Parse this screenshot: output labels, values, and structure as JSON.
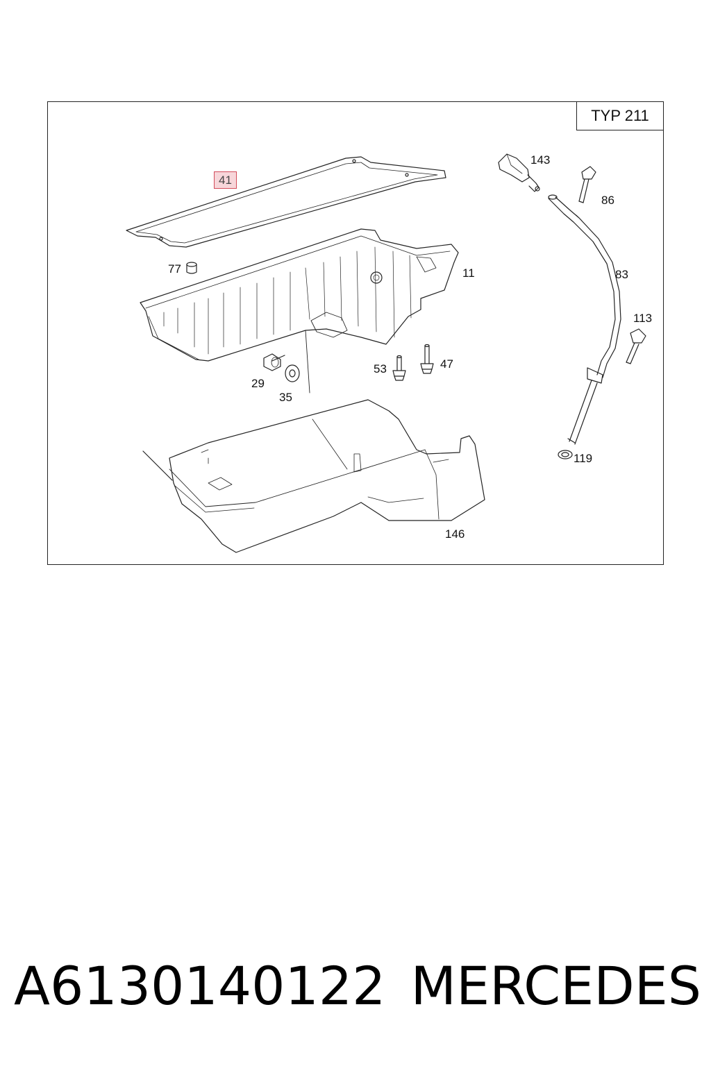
{
  "diagram": {
    "type_label": "TYP 211",
    "callouts": [
      {
        "id": "41",
        "highlighted": true
      },
      {
        "id": "143",
        "highlighted": false
      },
      {
        "id": "86",
        "highlighted": false
      },
      {
        "id": "77",
        "highlighted": false
      },
      {
        "id": "11",
        "highlighted": false
      },
      {
        "id": "83",
        "highlighted": false
      },
      {
        "id": "113",
        "highlighted": false
      },
      {
        "id": "53",
        "highlighted": false
      },
      {
        "id": "47",
        "highlighted": false
      },
      {
        "id": "29",
        "highlighted": false
      },
      {
        "id": "35",
        "highlighted": false
      },
      {
        "id": "119",
        "highlighted": false
      },
      {
        "id": "146",
        "highlighted": false
      }
    ],
    "highlight_color": "#f7d6da",
    "highlight_border_color": "#d24b5a"
  },
  "caption": {
    "part_number": "A6130140122",
    "brand": "MERCEDES"
  }
}
